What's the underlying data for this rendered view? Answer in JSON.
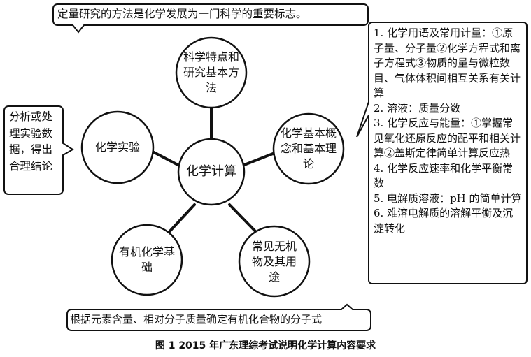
{
  "caption": "图 1   2015 年广东理综考试说明化学计算内容要求",
  "center_node": "化学计算",
  "nodes": {
    "top": "科学特点和研究基本方法",
    "right": "化学基本概念和基本理论",
    "left": "化学实验",
    "bottom_left": "有机化学基础",
    "bottom_right": "常见无机物及其用途"
  },
  "callouts": {
    "top": "定量研究的方法是化学发展为一门科学的重要标志。",
    "left": "分析或处理实验数据，得出合理结论",
    "bottom": "根据元素含量、相对分子质量确定有机化合物的分子式",
    "right_items": [
      "1. 化学用语及常用计量：①原子量、分子量②化学方程式和离子方程式③物质的量与微粒数目、气体体积间相互关系有关计算",
      "2. 溶液：质量分数",
      "3. 化学反应与能量：①掌握常见氧化还原反应的配平和相关计算②盖斯定律简单计算反应热",
      "4. 化学反应速率和化学平衡常数",
      "5. 电解质溶液：pH 的简单计算",
      "6. 难溶电解质的溶解平衡及沉淀转化"
    ]
  }
}
